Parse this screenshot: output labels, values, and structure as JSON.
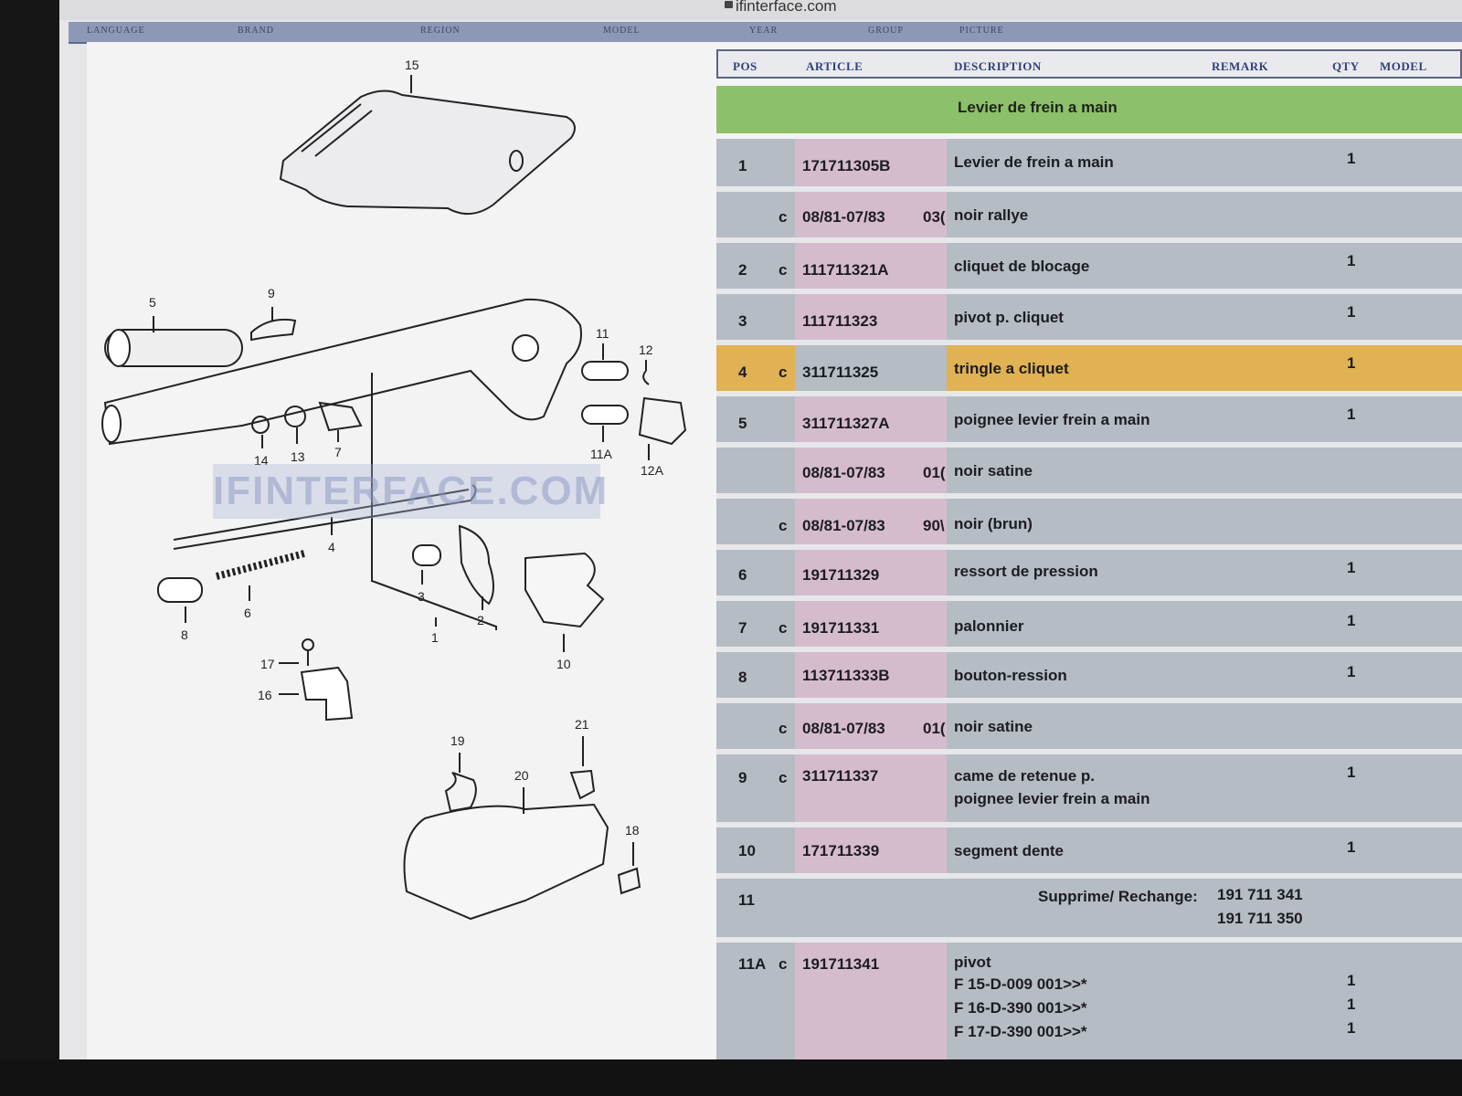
{
  "browser": {
    "url": "ifinterface.com"
  },
  "nav_tabs": [
    "LANGUAGE",
    "BRAND",
    "REGION",
    "MODEL",
    "YEAR",
    "GROUP",
    "PICTURE"
  ],
  "diagram": {
    "watermark": "IFINTERFACE.COM",
    "callouts": [
      "15",
      "5",
      "9",
      "11",
      "12",
      "14",
      "13",
      "7",
      "11A",
      "12A",
      "4",
      "3",
      "2",
      "8",
      "6",
      "1",
      "10",
      "17",
      "16",
      "19",
      "20",
      "21",
      "18"
    ]
  },
  "table": {
    "headers": {
      "pos": "POS",
      "article": "ARTICLE",
      "description": "DESCRIPTION",
      "remark": "REMARK",
      "qty": "QTY",
      "model": "MODEL"
    },
    "group_title": "Levier de frein a main",
    "rows": [
      {
        "pos": "1",
        "c": "",
        "article": "171711305B",
        "code": "",
        "desc": "Levier de frein a main",
        "desc2": "",
        "qty": "1"
      },
      {
        "pos": "",
        "c": "c",
        "article": "08/81-07/83",
        "code": "03(",
        "desc": "noir rallye",
        "desc2": "",
        "qty": ""
      },
      {
        "pos": "2",
        "c": "c",
        "article": "111711321A",
        "code": "",
        "desc": "cliquet de blocage",
        "desc2": "",
        "qty": "1"
      },
      {
        "pos": "3",
        "c": "",
        "article": "111711323",
        "code": "",
        "desc": "pivot p. cliquet",
        "desc2": "",
        "qty": "1"
      },
      {
        "pos": "4",
        "c": "c",
        "article": "311711325",
        "code": "",
        "desc": "tringle a cliquet",
        "desc2": "",
        "qty": "1"
      },
      {
        "pos": "5",
        "c": "",
        "article": "311711327A",
        "code": "",
        "desc": "poignee levier frein a main",
        "desc2": "",
        "qty": "1"
      },
      {
        "pos": "",
        "c": "",
        "article": "08/81-07/83",
        "code": "01(",
        "desc": "noir satine",
        "desc2": "",
        "qty": ""
      },
      {
        "pos": "",
        "c": "c",
        "article": "08/81-07/83",
        "code": "90\\",
        "desc": "noir (brun)",
        "desc2": "",
        "qty": ""
      },
      {
        "pos": "6",
        "c": "",
        "article": "191711329",
        "code": "",
        "desc": "ressort de pression",
        "desc2": "",
        "qty": "1"
      },
      {
        "pos": "7",
        "c": "c",
        "article": "191711331",
        "code": "",
        "desc": "palonnier",
        "desc2": "",
        "qty": "1"
      },
      {
        "pos": "8",
        "c": "",
        "article": "113711333B",
        "code": "",
        "desc": "bouton-ression",
        "desc2": "",
        "qty": "1"
      },
      {
        "pos": "",
        "c": "c",
        "article": "08/81-07/83",
        "code": "01(",
        "desc": "noir satine",
        "desc2": "",
        "qty": ""
      },
      {
        "pos": "9",
        "c": "c",
        "article": "311711337",
        "code": "",
        "desc": "came de retenue p.",
        "desc2": "poignee levier frein a main",
        "qty": "1"
      },
      {
        "pos": "10",
        "c": "",
        "article": "171711339",
        "code": "",
        "desc": "segment dente",
        "desc2": "",
        "qty": "1"
      }
    ],
    "supersede": {
      "pos": "11",
      "label": "Supprime/ Rechange:",
      "parts": [
        "191 711 341",
        "191 711 350"
      ]
    },
    "row_11a": {
      "pos": "11A",
      "c": "c",
      "article": "191711341",
      "desc": "pivot",
      "variants": [
        {
          "text": "F 15-D-009 001>>*",
          "qty": "1"
        },
        {
          "text": "F 16-D-390 001>>*",
          "qty": "1"
        },
        {
          "text": "F 17-D-390 001>>*",
          "qty": "1"
        }
      ]
    }
  }
}
